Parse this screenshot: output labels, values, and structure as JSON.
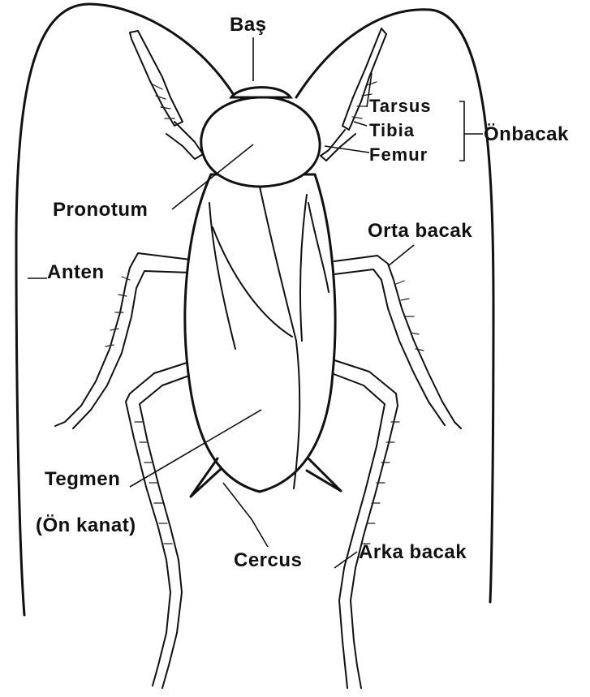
{
  "labels": {
    "bas": "Baş",
    "tarsus": "Tarsus",
    "tibia": "Tibia",
    "femur": "Femur",
    "onbacak": "Önbacak",
    "pronotum": "Pronotum",
    "orta_bacak": "Orta bacak",
    "anten": "Anten",
    "tegmen": "Tegmen",
    "on_kanat": "(Ön kanat)",
    "cercus": "Cercus",
    "arka_bacak": "Arka bacak"
  }
}
